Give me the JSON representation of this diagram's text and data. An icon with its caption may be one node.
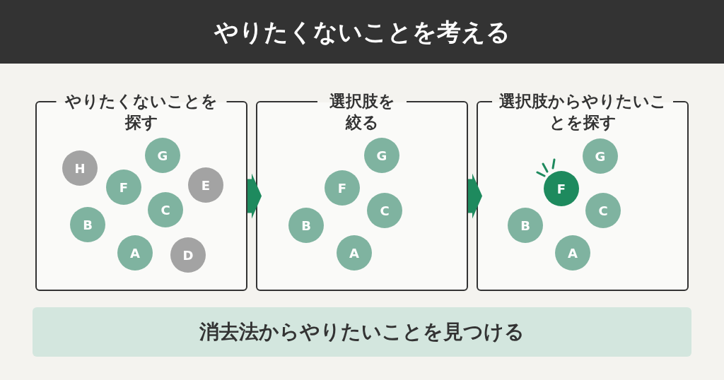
{
  "diagram": {
    "title": "やりたくないことを考える",
    "nodes": [
      {
        "text": [
          "やりたくないことを探す"
        ]
      },
      {
        "text": [
          "H"
        ],
        "in": 0
      },
      {
        "text": [
          "G"
        ],
        "in": 0
      },
      {
        "text": [
          "F"
        ],
        "in": 0
      },
      {
        "text": [
          "E"
        ],
        "in": 0
      },
      {
        "text": [
          "C"
        ],
        "in": 0
      },
      {
        "text": [
          "B"
        ],
        "in": 0
      },
      {
        "text": [
          "A"
        ],
        "in": 0
      },
      {
        "text": [
          "D"
        ],
        "in": 0
      },
      {
        "text": [
          "選択肢を絞る"
        ]
      },
      {
        "text": [
          "G"
        ],
        "in": 9
      },
      {
        "text": [
          "F"
        ],
        "in": 9
      },
      {
        "text": [
          "C"
        ],
        "in": 9
      },
      {
        "text": [
          "B"
        ],
        "in": 9
      },
      {
        "text": [
          "A"
        ],
        "in": 9
      },
      {
        "text": [
          "選択肢からやりたいことを探す"
        ]
      },
      {
        "text": [
          "G"
        ],
        "in": 15
      },
      {
        "text": [
          "F"
        ],
        "in": 15
      },
      {
        "text": [
          "C"
        ],
        "in": 15
      },
      {
        "text": [
          "B"
        ],
        "in": 15
      },
      {
        "text": [
          "A"
        ],
        "in": 15
      },
      {
        "text": [
          "消去法からやりたいことを見つける"
        ]
      }
    ],
    "edges": [
      {
        "from": 0,
        "to": 9,
        "arrow": "to"
      },
      {
        "from": 9,
        "to": 15,
        "arrow": "to"
      }
    ]
  }
}
